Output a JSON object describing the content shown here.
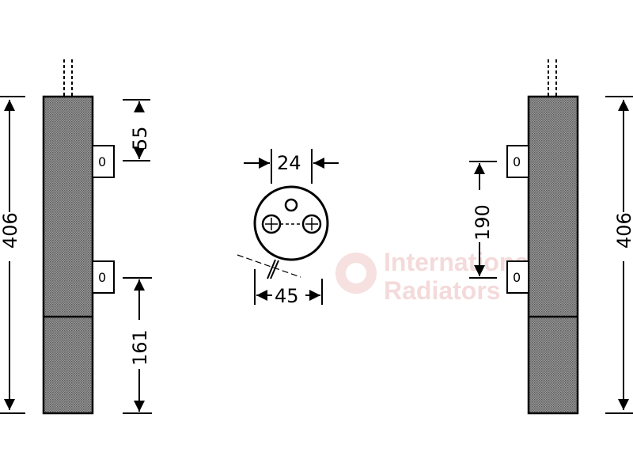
{
  "watermark": {
    "line1": "International",
    "line2": "Radiators"
  },
  "left_view": {
    "height_dim": "406",
    "top_offset_dim": "55",
    "bottom_offset_dim": "161",
    "clip_top_label": "0",
    "clip_bottom_label": "0"
  },
  "center_view": {
    "port_spacing_dim": "24",
    "diameter_dim": "45"
  },
  "right_view": {
    "height_dim": "406",
    "clip_spacing_dim": "190",
    "clip_top_label": "0",
    "clip_bottom_label": "0"
  },
  "colors": {
    "line": "#000000",
    "body_fill": "#8a8a8a",
    "watermark": "#f4dada"
  }
}
